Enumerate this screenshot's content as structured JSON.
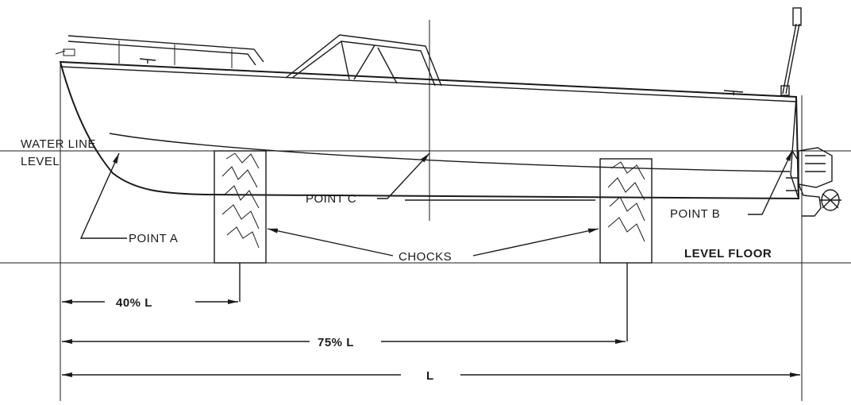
{
  "labels": {
    "water_line": "WATER LINE",
    "level": "LEVEL",
    "point_a": "POINT A",
    "point_b": "POINT B",
    "point_c": "POINT C",
    "chocks": "CHOCKS",
    "level_floor": "LEVEL FLOOR",
    "dim_40": "40% L",
    "dim_75": "75% L",
    "dim_l": "L"
  },
  "colors": {
    "ink": "#1a1a1a",
    "paper": "#ffffff"
  },
  "icons": [
    "boat-hull",
    "windshield",
    "outboard-motor",
    "propeller",
    "bow-rail",
    "antenna",
    "cleat",
    "chock-block",
    "arrowhead"
  ]
}
